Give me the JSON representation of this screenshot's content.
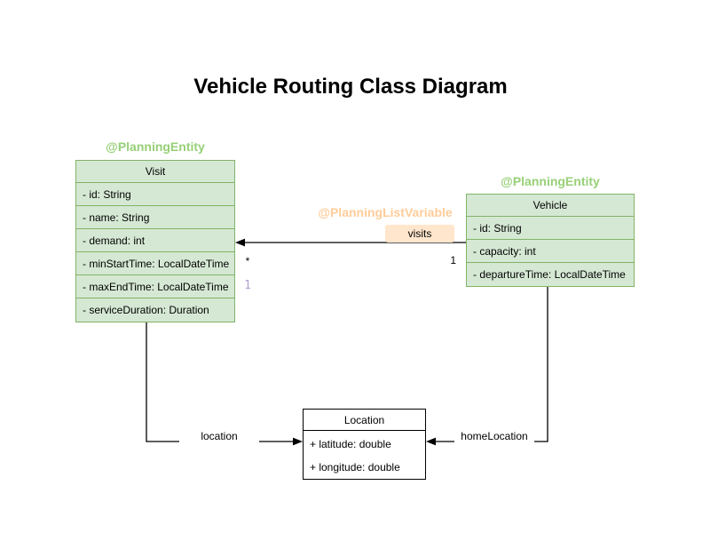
{
  "title": "Vehicle Routing Class Diagram",
  "diagram": {
    "visit": {
      "annotation": "@PlanningEntity",
      "name": "Visit",
      "attributes": [
        "- id: String",
        "- name: String",
        "- demand: int",
        "- minStartTime: LocalDateTime",
        "- maxEndTime: LocalDateTime",
        "- serviceDuration: Duration"
      ]
    },
    "vehicle": {
      "annotation": "@PlanningEntity",
      "name": "Vehicle",
      "attributes": [
        "- id: String",
        "- capacity: int",
        "- departureTime: LocalDateTime"
      ]
    },
    "location": {
      "name": "Location",
      "attributes": [
        "+ latitude: double",
        "+ longitude: double"
      ]
    },
    "edges": {
      "visits": {
        "annotation": "@PlanningListVariable",
        "label": "visits",
        "multiplicity_target": "*",
        "multiplicity_source": "1",
        "multiplicity_ghost": "1"
      },
      "location": {
        "label": "location"
      },
      "homeLocation": {
        "label": "homeLocation"
      }
    }
  },
  "colors": {
    "class_fill": "#d5e8d4",
    "class_border": "#82b366",
    "entity_annotation_text": "#97d077",
    "list_annotation_text": "#ffcc99",
    "visits_label_fill": "#ffe6cc",
    "ghost_multiplicity_text": "#b1a0c9",
    "edge_stroke": "#000000"
  }
}
